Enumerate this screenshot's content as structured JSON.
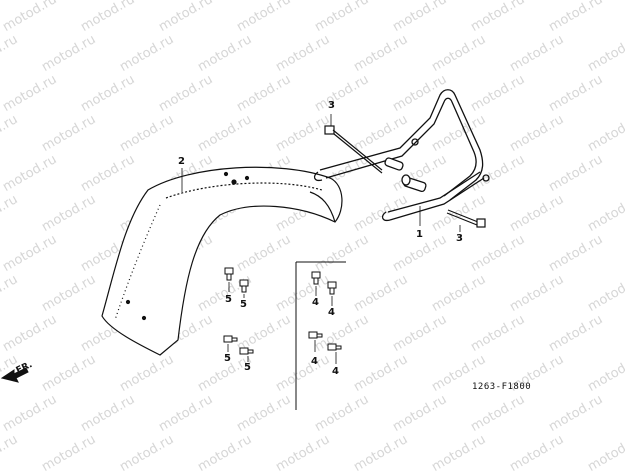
{
  "watermark": "motod.ru",
  "diagram_code": "1263-F1800",
  "direction_label": "FR.",
  "part_callouts": {
    "rear_fender": "2",
    "grab_rail": "1",
    "bolt_upper": "3",
    "bolt_lower": "3",
    "nut_a": "5",
    "nut_b": "5",
    "nut_c": "5",
    "nut_d": "5",
    "nut_e": "4",
    "nut_f": "4",
    "nut_g": "4",
    "nut_h": "4"
  }
}
